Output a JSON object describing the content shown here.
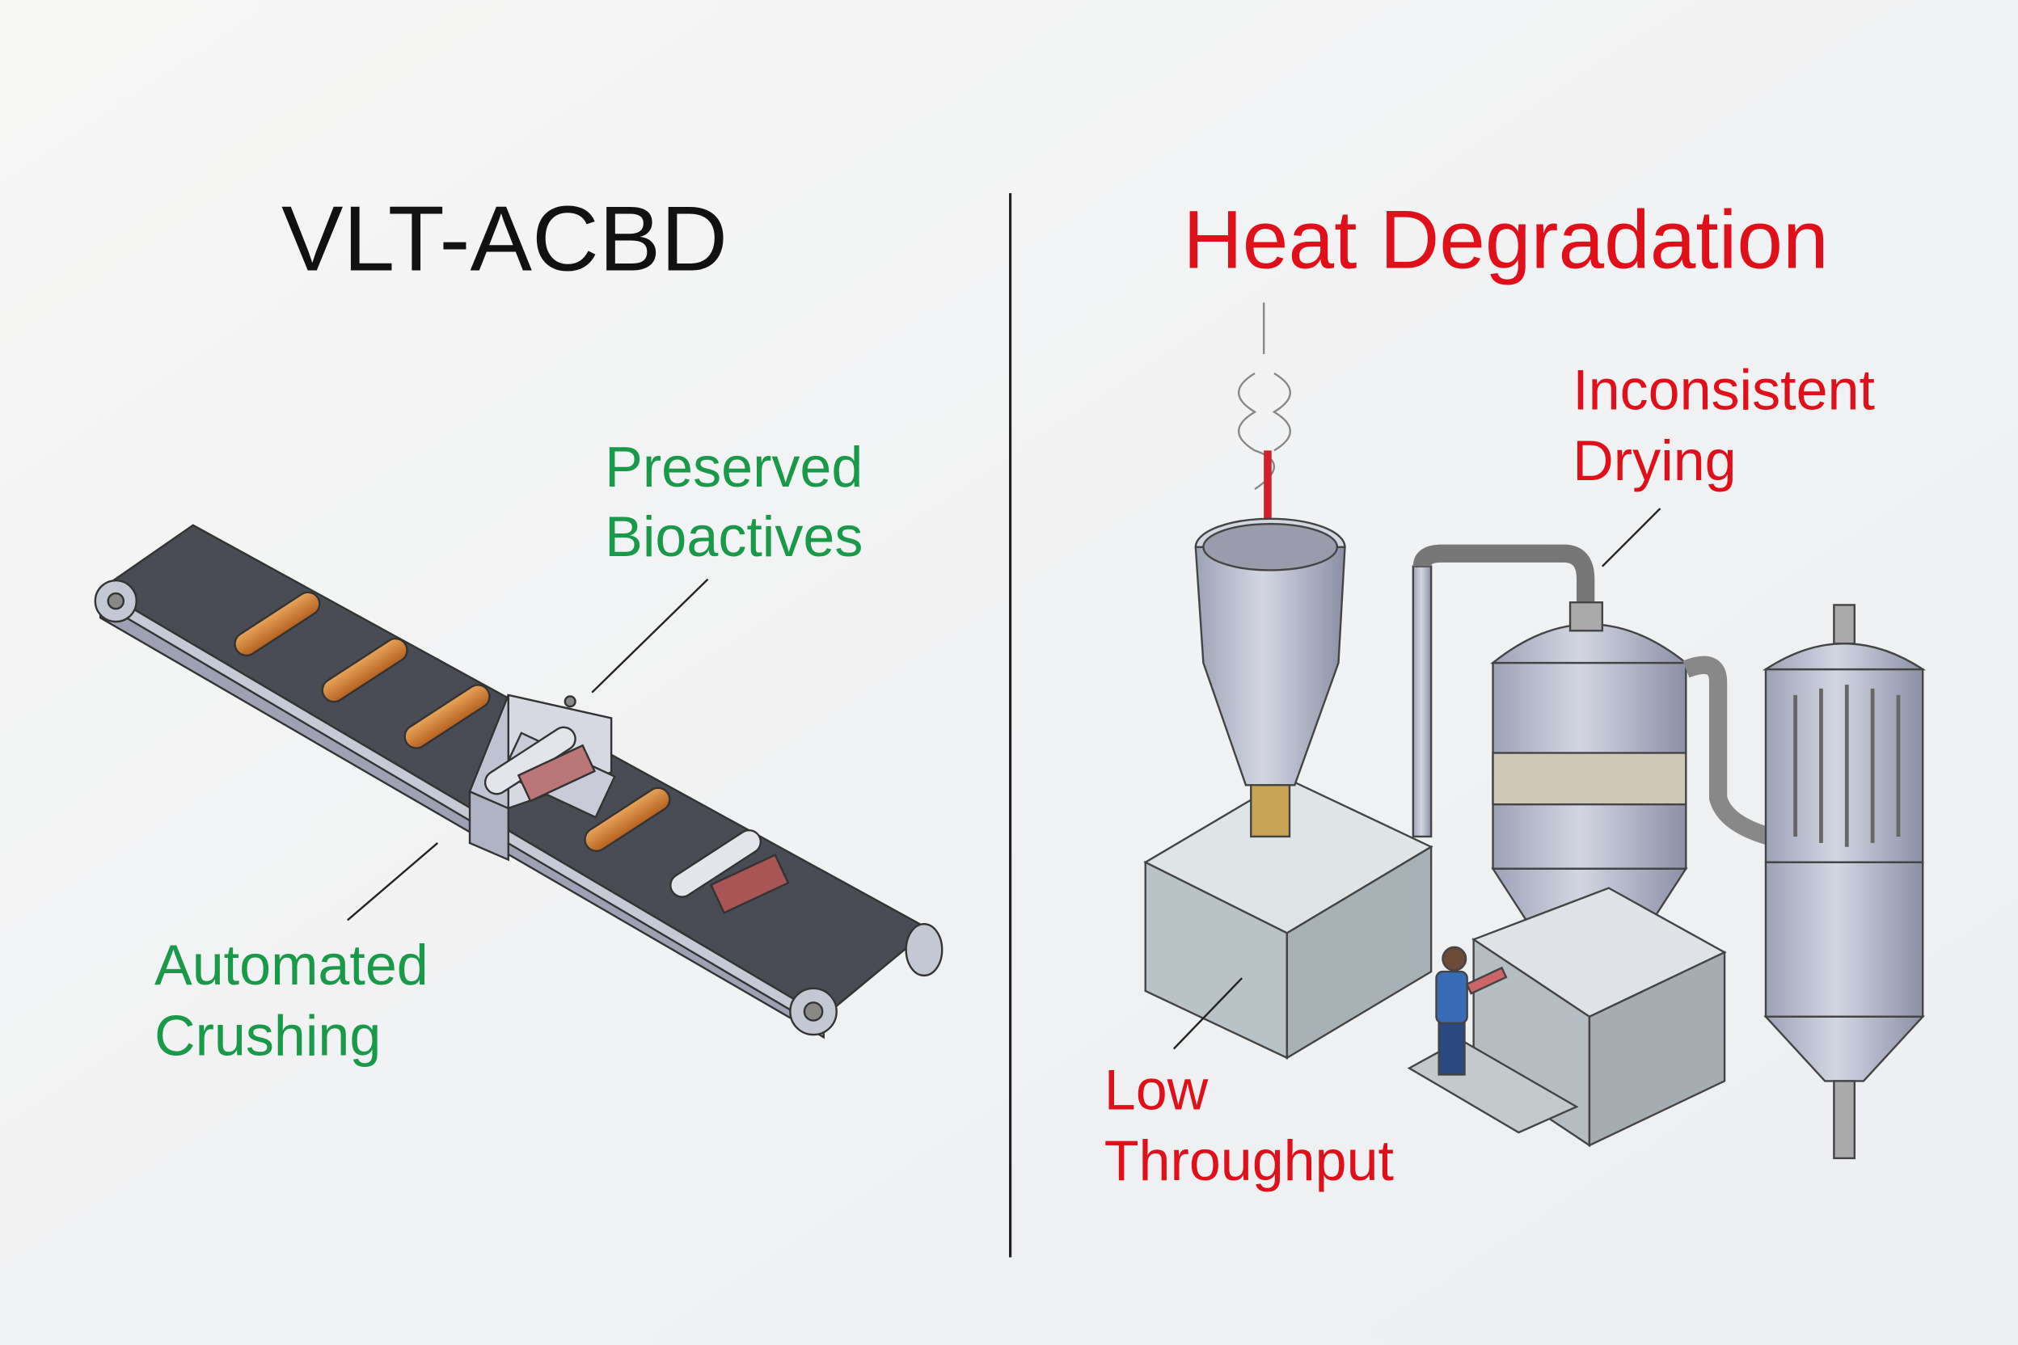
{
  "left_panel": {
    "title": "VLT-ACBD",
    "labels": {
      "preserved": [
        "Preserved",
        "Bioactives"
      ],
      "crushing": [
        "Automated",
        "Crushing"
      ]
    }
  },
  "right_panel": {
    "title": "Heat Degradation",
    "labels": {
      "drying": [
        "Inconsistent",
        "Drying"
      ],
      "throughput": [
        "Low",
        "Throughput"
      ]
    }
  },
  "colors": {
    "positive": "#1a9a48",
    "negative": "#e0101a",
    "title_dark": "#111111",
    "metal": "#b8bccb",
    "belt": "#4a4c55"
  }
}
